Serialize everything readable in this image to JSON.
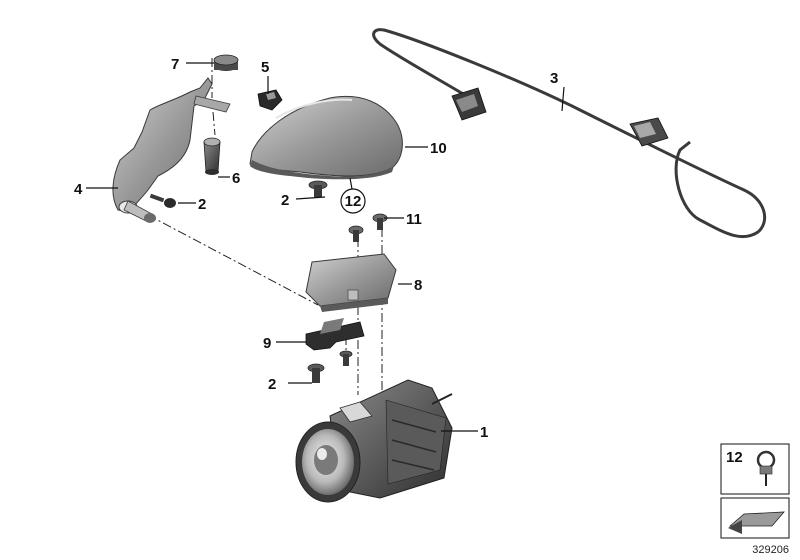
{
  "diagram": {
    "callouts": [
      {
        "id": "1",
        "label": "1"
      },
      {
        "id": "2a",
        "label": "2"
      },
      {
        "id": "2b",
        "label": "2"
      },
      {
        "id": "2c",
        "label": "2"
      },
      {
        "id": "3",
        "label": "3"
      },
      {
        "id": "4",
        "label": "4"
      },
      {
        "id": "5",
        "label": "5"
      },
      {
        "id": "6",
        "label": "6"
      },
      {
        "id": "7",
        "label": "7"
      },
      {
        "id": "8",
        "label": "8"
      },
      {
        "id": "9",
        "label": "9"
      },
      {
        "id": "10",
        "label": "10"
      },
      {
        "id": "11",
        "label": "11"
      },
      {
        "id": "12",
        "label": "12"
      }
    ],
    "legend_box": {
      "label": "12"
    },
    "figure_number": "329206"
  },
  "colors": {
    "part_fill": "#8e8e8e",
    "part_dark": "#4a4a4a",
    "part_light": "#c4c4c4",
    "line": "#111111"
  }
}
